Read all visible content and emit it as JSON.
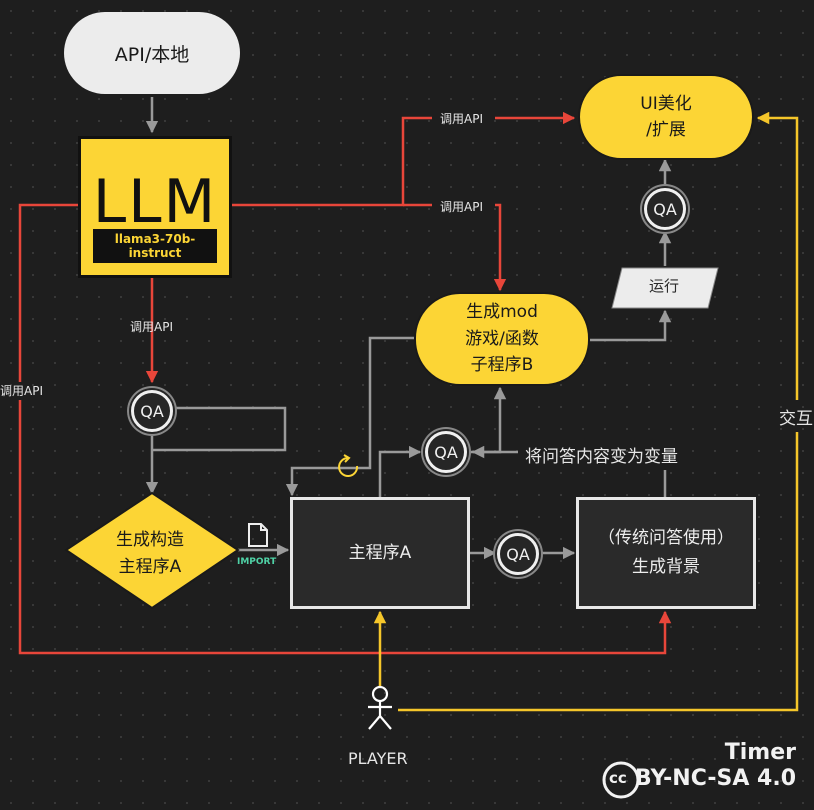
{
  "nodes": {
    "api_local": "API/本地",
    "llm": {
      "title": "LLM",
      "model": "llama3-70b-instruct"
    },
    "ui": {
      "line1": "UI美化",
      "line2": "/扩展"
    },
    "mod": {
      "line1": "生成mod",
      "line2": "游戏/函数",
      "line3": "子程序B"
    },
    "run": "运行",
    "gen_main": {
      "line1": "生成构造",
      "line2": "主程序A"
    },
    "main_a": "主程序A",
    "background": {
      "line1": "（传统问答使用）",
      "line2": "生成背景"
    },
    "qa": "QA"
  },
  "labels": {
    "call_api_1": "调用API",
    "call_api_2": "调用API",
    "call_api_3": "调用API",
    "call_api_4": "调用API",
    "answer_to_var": "将问答内容变为变量",
    "interact": "交互",
    "import": "IMPORT",
    "player": "PLAYER"
  },
  "branding": {
    "author": "Timer",
    "license": "BY-NC-SA 4.0",
    "cc": "cc"
  },
  "colors": {
    "yellow": "#fcd535",
    "red": "#e8463a",
    "gray": "#9a9a9a",
    "line_yellow": "#f5c62a",
    "teal": "#4fd2a6"
  }
}
